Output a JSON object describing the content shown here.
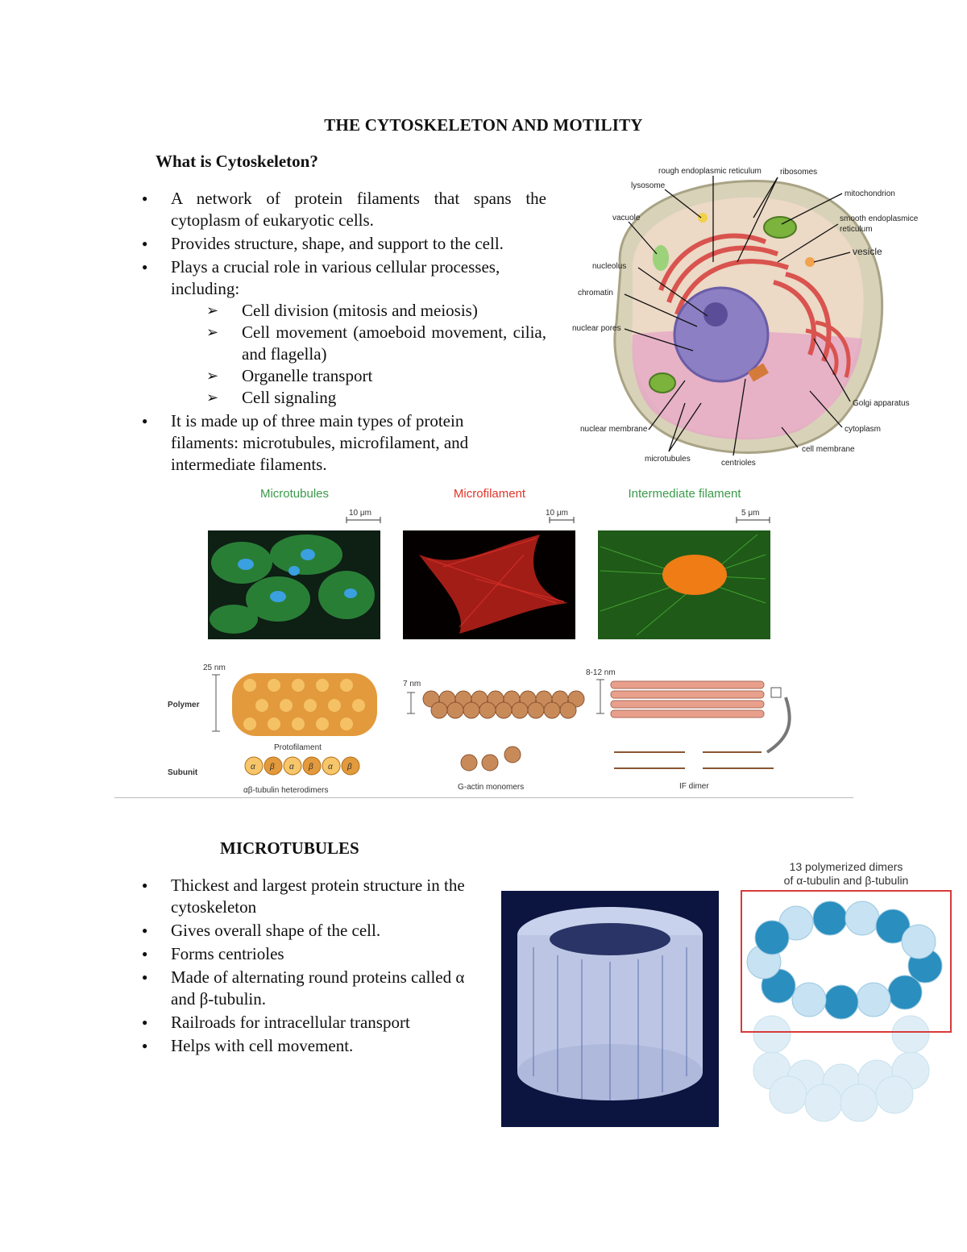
{
  "document": {
    "title": "THE CYTOSKELETON AND MOTILITY",
    "section1": {
      "heading": "What is Cytoskeleton?",
      "bullets": [
        "A network of protein filaments that spans the cytoplasm of eukaryotic cells.",
        "Provides structure, shape, and support to the cell.",
        "Plays a crucial role in various cellular processes, including:",
        "It is made up of three main types of protein filaments: microtubules, microfilament, and intermediate filaments."
      ],
      "sub_bullets": [
        "Cell division (mitosis and meiosis)",
        "Cell movement (amoeboid movement, cilia, and flagella)",
        "Organelle transport",
        "Cell signaling"
      ]
    },
    "section2": {
      "heading": "MICROTUBULES",
      "bullets": [
        "Thickest and largest protein structure in the cytoskeleton",
        "Gives overall shape of the cell.",
        "Forms centrioles",
        "Made of alternating round proteins called α and β-tubulin.",
        "Railroads for intracellular transport",
        "Helps with cell movement."
      ]
    }
  },
  "cell_diagram": {
    "labels": {
      "rough_er": "rough endoplasmic reticulum",
      "ribosomes": "ribosomes",
      "lysosome": "lysosome",
      "mitochondrion": "mitochondrion",
      "vacuole": "vacuole",
      "smooth_er_1": "smooth endoplasmice",
      "smooth_er_2": "reticulum",
      "vesicle": "vesicle",
      "nucleolus": "nucleolus",
      "chromatin": "chromatin",
      "nuclear_pores": "nuclear pores",
      "golgi": "Golgi apparatus",
      "cytoplasm": "cytoplasm",
      "nuclear_membrane": "nuclear membrane",
      "cell_membrane": "cell membrane",
      "microtubules": "microtubules",
      "centrioles": "centrioles"
    }
  },
  "filaments_figure": {
    "micro_titles": [
      "Microtubules",
      "Microfilament",
      "Intermediate filament"
    ],
    "title_colors": [
      "#3a9a4a",
      "#e0352b",
      "#3a9a4a"
    ],
    "scales": [
      "10 μm",
      "10 μm",
      "5 μm"
    ],
    "row_polymer": "Polymer",
    "row_subunit": "Subunit",
    "dims": [
      "25 nm",
      "7 nm",
      "8-12 nm"
    ],
    "protofilament": "Protofilament",
    "heterodimer_caption": "αβ-tubulin heterodimers",
    "gactin_caption": "G-actin monomers",
    "if_caption": "IF dimer",
    "alpha": "α",
    "beta": "β"
  },
  "tubulin_figure": {
    "caption_line1": "13 polymerized dimers",
    "caption_line2": "of α-tubulin and β-tubulin"
  }
}
